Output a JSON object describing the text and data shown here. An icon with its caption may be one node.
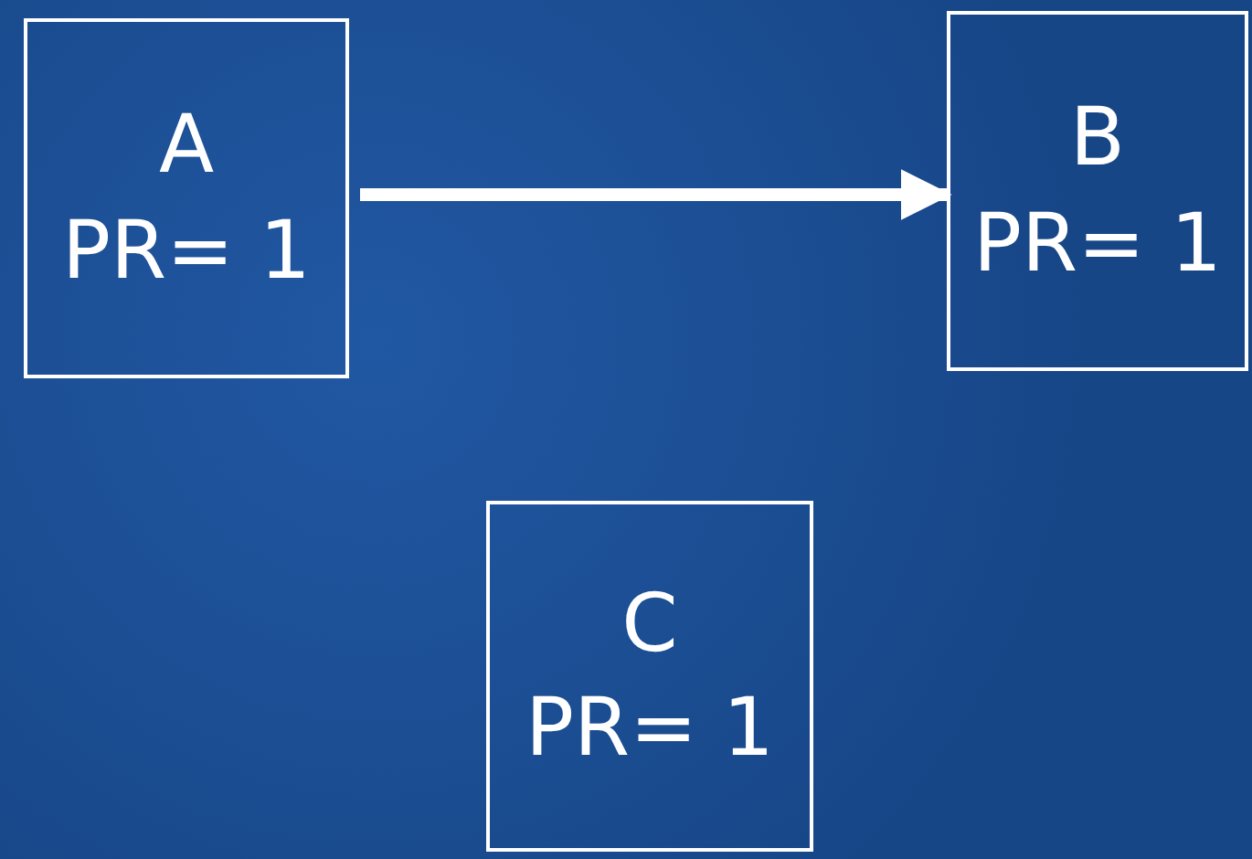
{
  "diagram": {
    "nodes": [
      {
        "text": [
          "A",
          "PR= 1"
        ]
      },
      {
        "text": [
          "B",
          "PR= 1"
        ]
      },
      {
        "text": [
          "C",
          "PR= 1"
        ]
      }
    ],
    "edges": [
      {
        "from": 0,
        "to": 1,
        "arrow": "to"
      }
    ]
  }
}
